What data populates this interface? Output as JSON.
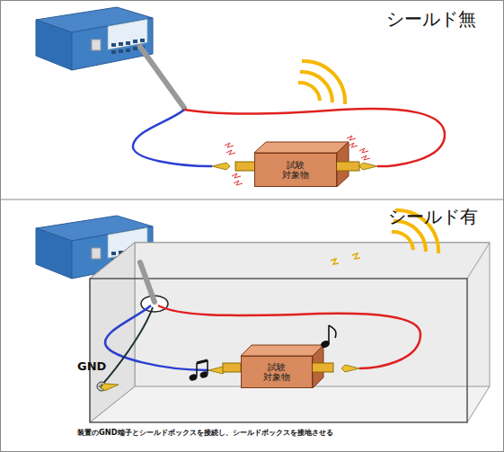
{
  "diagram": {
    "nodes": [
      {
        "text": [
          "試験 対象物"
        ]
      },
      {
        "text": [
          "試験 対象物"
        ]
      }
    ],
    "labels": [
      "シールド無",
      "シールド有",
      "GND",
      "装置のGND端子とシールドボックスを接続し、シールドボックスを接地させる"
    ]
  }
}
